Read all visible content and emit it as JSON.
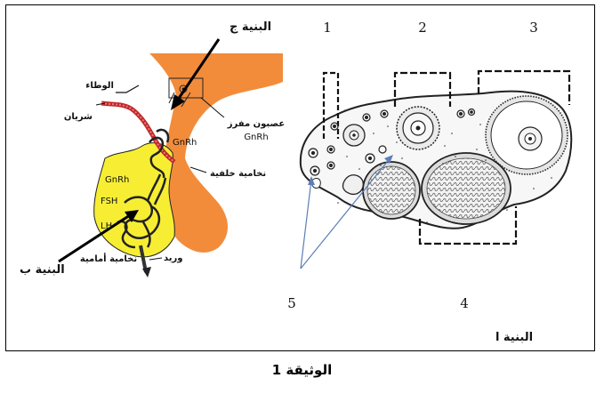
{
  "colors": {
    "pituitary_posterior": "#f28c3b",
    "pituitary_anterior": "#f7ee34",
    "artery": "#c0282a",
    "outline": "#222222",
    "pointer_blue": "#5c7fb5"
  },
  "left_figure": {
    "label_hypothalamus": "الوطاء",
    "label_artery": "شريان",
    "label_secretory_neuron": "عصبون مفرز",
    "label_gnrh_top": "GnRh",
    "label_gnrh_mid": "GnRh",
    "label_gnrh_left": "GnRh",
    "label_posterior_pituitary": "نخامية خلفية",
    "label_fsh": "FSH",
    "label_lh": "LH",
    "label_anterior_pituitary": "نخامية أمامية",
    "label_vein": "وريد",
    "label_structure_c": "البنية ج",
    "label_structure_b": "البنية ب"
  },
  "right_figure": {
    "marker_1": "1",
    "marker_2": "2",
    "marker_3": "3",
    "marker_4": "4",
    "marker_5": "5",
    "label_structure_a": "البنية ا"
  },
  "caption": "الوثيقة 1"
}
